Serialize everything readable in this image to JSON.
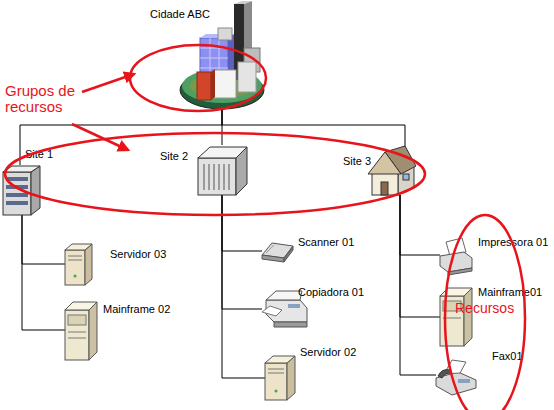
{
  "diagram": {
    "nodes": [
      {
        "text": [
          "Cidade ABC"
        ]
      },
      {
        "text": [
          "Site 1"
        ]
      },
      {
        "text": [
          "Site 2"
        ]
      },
      {
        "text": [
          "Site 3"
        ]
      },
      {
        "text": [
          "Servidor 03"
        ]
      },
      {
        "text": [
          "Mainframe 02"
        ]
      },
      {
        "text": [
          "Scanner 01"
        ]
      },
      {
        "text": [
          "Copiadora 01"
        ]
      },
      {
        "text": [
          "Servidor 02"
        ]
      },
      {
        "text": [
          "Impressora 01"
        ]
      },
      {
        "text": [
          "Mainframe01"
        ]
      },
      {
        "text": [
          "Fax01"
        ]
      }
    ],
    "edges": [
      {
        "from": 0,
        "to": 1,
        "arrow": "none"
      },
      {
        "from": 0,
        "to": 2,
        "arrow": "none"
      },
      {
        "from": 0,
        "to": 3,
        "arrow": "none"
      },
      {
        "from": 1,
        "to": 4,
        "arrow": "none"
      },
      {
        "from": 1,
        "to": 5,
        "arrow": "none"
      },
      {
        "from": 2,
        "to": 6,
        "arrow": "none"
      },
      {
        "from": 2,
        "to": 7,
        "arrow": "none"
      },
      {
        "from": 2,
        "to": 8,
        "arrow": "none"
      },
      {
        "from": 3,
        "to": 9,
        "arrow": "none"
      },
      {
        "from": 3,
        "to": 10,
        "arrow": "none"
      },
      {
        "from": 3,
        "to": 11,
        "arrow": "none"
      }
    ],
    "labels": [
      "Grupos de recursos",
      "Recursos"
    ]
  }
}
